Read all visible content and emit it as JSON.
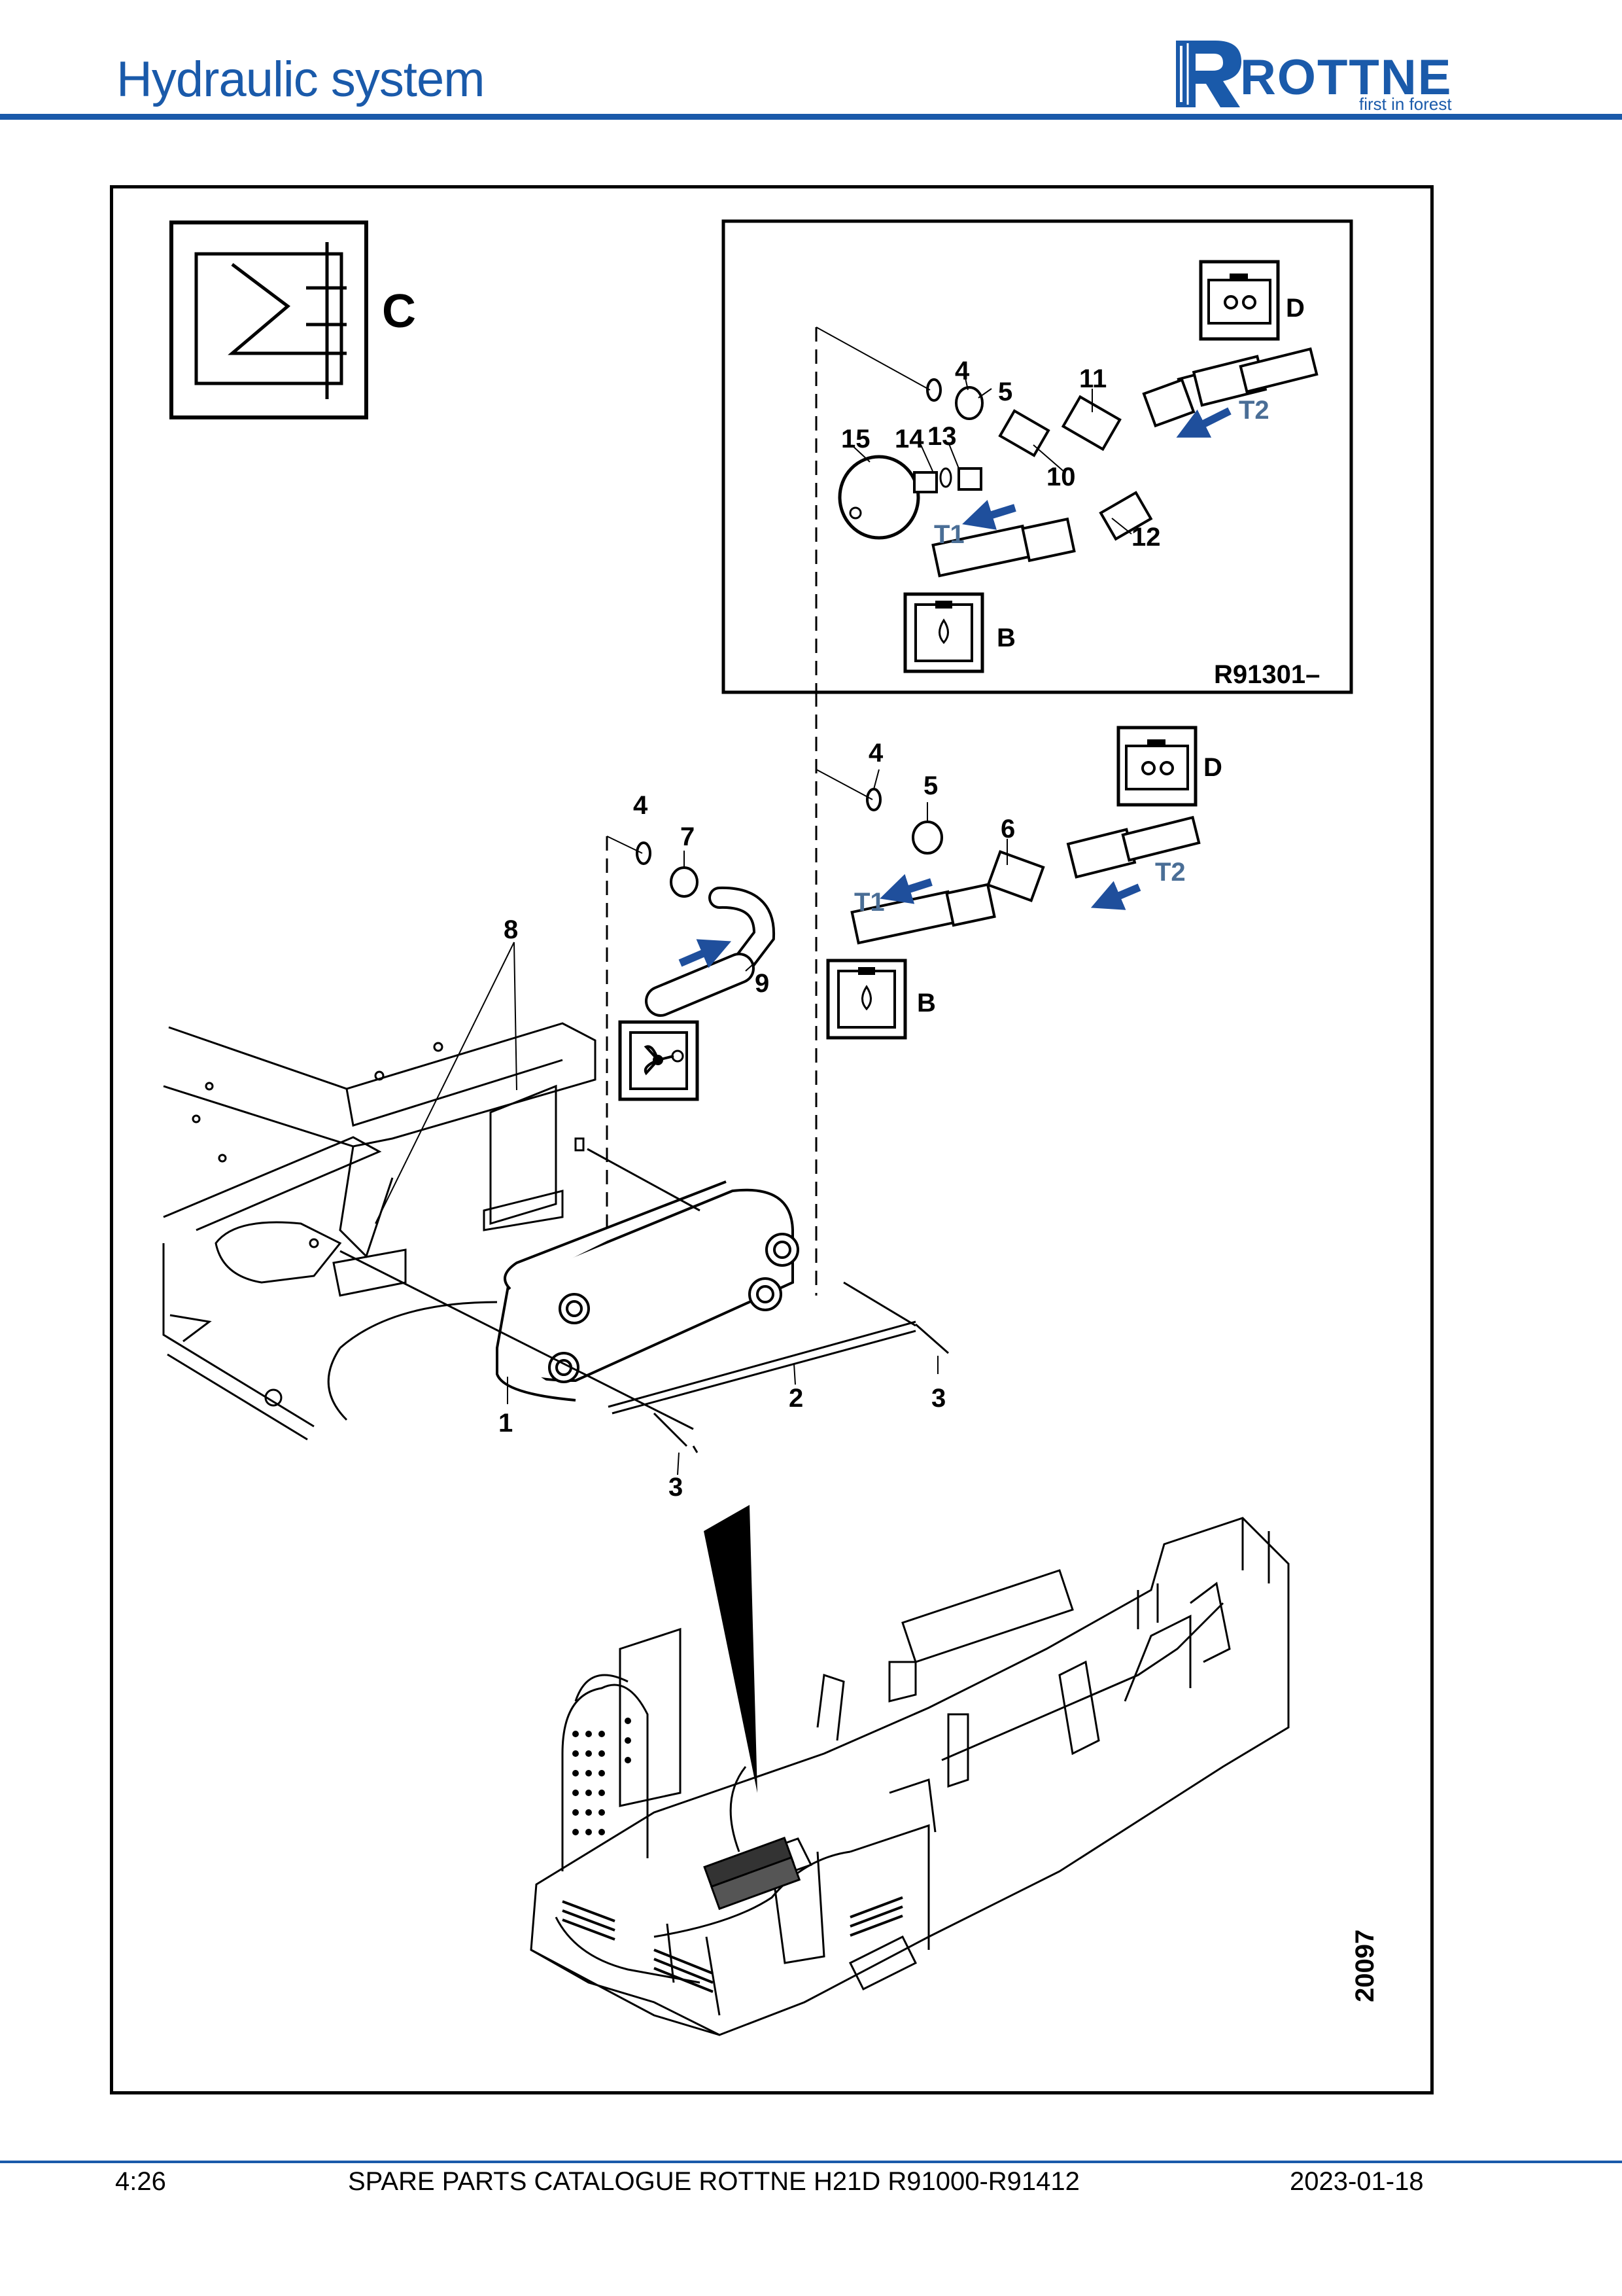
{
  "header": {
    "title": "Hydraulic system",
    "brand": "ROTTNE",
    "tagline": "first in forest"
  },
  "colors": {
    "brand_blue": "#1a5aaa",
    "flow_arrow_blue": "#1f4f9c",
    "label_blue": "#4a6e96"
  },
  "figure": {
    "symbol_label": "C",
    "inset_reference": "R91301–",
    "drawing_number": "20097",
    "callouts": {
      "c1": "1",
      "c2": "2",
      "c3a": "3",
      "c3b": "3",
      "c4a": "4",
      "c4b": "4",
      "c4c": "4",
      "c5a": "5",
      "c5b": "5",
      "c6": "6",
      "c7": "7",
      "c8": "8",
      "c9": "9",
      "c10": "10",
      "c11": "11",
      "c12": "12",
      "c13": "13",
      "c14": "14",
      "c15": "15"
    },
    "port_labels": {
      "t1_inset": "T1",
      "t2_inset": "T2",
      "t1_main": "T1",
      "t2_main": "T2"
    },
    "symbol_letters": {
      "d_inset": "D",
      "b_inset": "B",
      "d_main": "D",
      "b_main": "B"
    }
  },
  "footer": {
    "page": "4:26",
    "catalogue": "SPARE PARTS CATALOGUE ROTTNE H21D R91000-R91412",
    "date": "2023-01-18"
  }
}
